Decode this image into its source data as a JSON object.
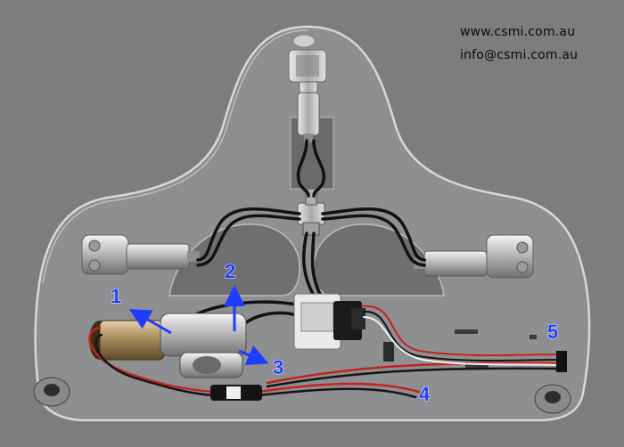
{
  "contact": {
    "website": "www.csmi.com.au",
    "email": "info@csmi.com.au"
  },
  "callouts": [
    "1",
    "2",
    "3",
    "4",
    "5"
  ],
  "colors": {
    "background": "#7d7d7d",
    "callout": "#1f3cff",
    "wire_red": "#c8211c",
    "wire_black": "#151515"
  }
}
